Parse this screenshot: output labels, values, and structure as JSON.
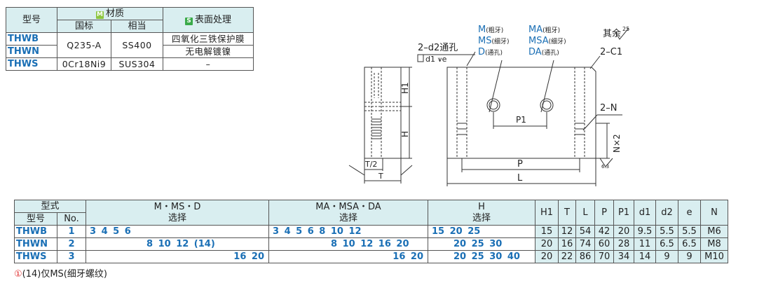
{
  "material_table": {
    "header_type": "型号",
    "header_material": "材质",
    "header_surface": "表面处理",
    "material_badge": "M",
    "surface_badge": "S",
    "sub_standard": "国标",
    "sub_equivalent": "相当",
    "rows": [
      {
        "code": "THWB",
        "standard": "Q235-A",
        "equivalent": "SS400",
        "surface": "四氧化三铁保护膜"
      },
      {
        "code": "THWN",
        "standard": "Q235-A",
        "equivalent": "SS400",
        "surface": "无电解镀镍"
      },
      {
        "code": "THWS",
        "standard": "0Cr18Ni9",
        "equivalent": "SUS304",
        "surface": "–"
      }
    ]
  },
  "drawing": {
    "label_2d2": "2–d2通孔",
    "label_d1e": "d1 ⩛e",
    "M_main": "M",
    "M_note": "(粗牙)",
    "MS_main": "MS",
    "MS_note": "(细牙)",
    "D_main": "D",
    "D_note": "(通孔)",
    "MA_main": "MA",
    "MA_note": "(粗牙)",
    "MSA_main": "MSA",
    "MSA_note": "(细牙)",
    "DA_main": "DA",
    "DA_note": "(通孔)",
    "rest_label": "其余",
    "rest_value": "25",
    "chamfer": "2–C1",
    "label_2N": "2–N",
    "label_Nx2": "N×2",
    "label_P1": "P1",
    "label_P": "P",
    "label_L": "L",
    "label_H1": "H1",
    "label_H": "H",
    "label_T2": "T/2",
    "label_T": "T",
    "rough_small": "6.3"
  },
  "spec_table": {
    "header_type_model": "型式",
    "header_code": "型号",
    "header_no": "No.",
    "header_m": "M・MS・D",
    "header_ma": "MA・MSA・DA",
    "header_h": "H",
    "header_select": "选择",
    "dim_headers": [
      "H1",
      "T",
      "L",
      "P",
      "P1",
      "d1",
      "d2",
      "e",
      "N"
    ],
    "rows": [
      {
        "code": "THWB",
        "no": "1",
        "m": "3  4  5  6",
        "ma": "3  4  5  6  8  10  12",
        "h": "15  20  25",
        "dims": [
          "15",
          "12",
          "54",
          "42",
          "20",
          "9.5",
          "5.5",
          "5.5",
          "M6"
        ]
      },
      {
        "code": "THWN",
        "no": "2",
        "m": "8  10  12  (14)",
        "ma": "8  10  12  16  20",
        "h": "20  25  30",
        "dims": [
          "20",
          "16",
          "74",
          "60",
          "28",
          "11",
          "6.5",
          "6.5",
          "M8"
        ]
      },
      {
        "code": "THWS",
        "no": "3",
        "m": "16  20",
        "ma": "16  20",
        "h": "20  25  30  40",
        "dims": [
          "20",
          "22",
          "86",
          "70",
          "34",
          "14",
          "9",
          "9",
          "M10"
        ]
      }
    ]
  },
  "note": {
    "icon": "①",
    "text": "(14)仅MS(细牙螺纹)"
  }
}
